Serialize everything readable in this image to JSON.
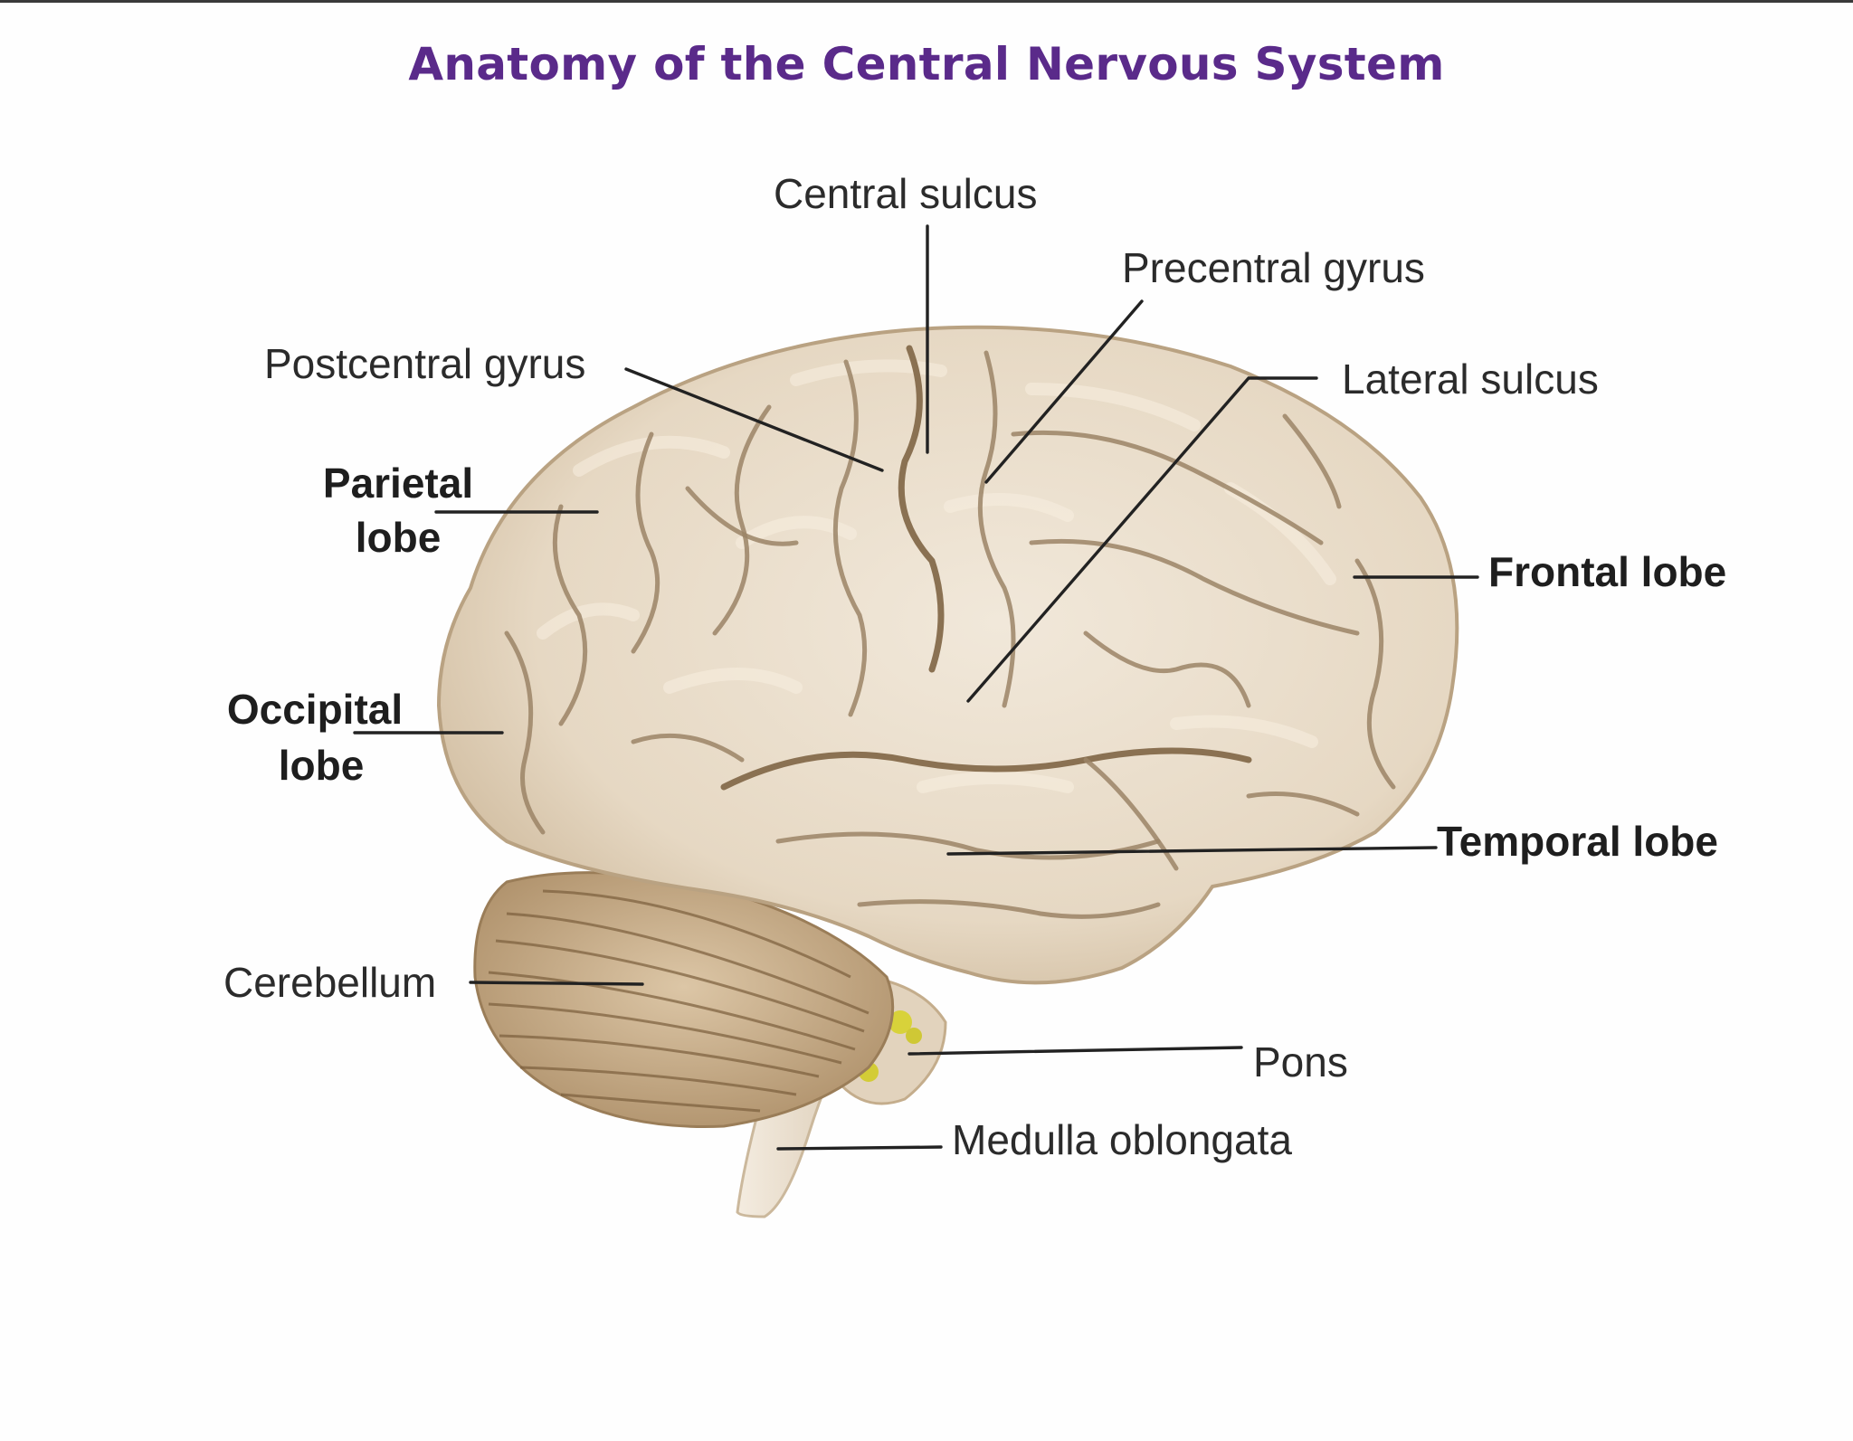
{
  "title": "Anatomy of the Central Nervous System",
  "colors": {
    "title": "#5a2a8a",
    "brain": "#e9ddcb",
    "brain_shadow": "#c8b395",
    "sulcus": "#9b8466",
    "cerebellum": "#c7ab86",
    "brainstem": "#eee3d3",
    "nerve": "#d8d23a",
    "label": "#2b2b2b"
  },
  "labels": {
    "central_sulcus": "Central sulcus",
    "precentral_gyrus": "Precentral gyrus",
    "postcentral_gyrus": "Postcentral gyrus",
    "lateral_sulcus": "Lateral sulcus",
    "parietal_lobe": [
      "Parietal",
      "lobe"
    ],
    "frontal_lobe": "Frontal lobe",
    "occipital_lobe": [
      "Occipital",
      "lobe"
    ],
    "temporal_lobe": "Temporal lobe",
    "cerebellum": "Cerebellum",
    "pons": "Pons",
    "medulla_oblongata": "Medulla oblongata"
  }
}
